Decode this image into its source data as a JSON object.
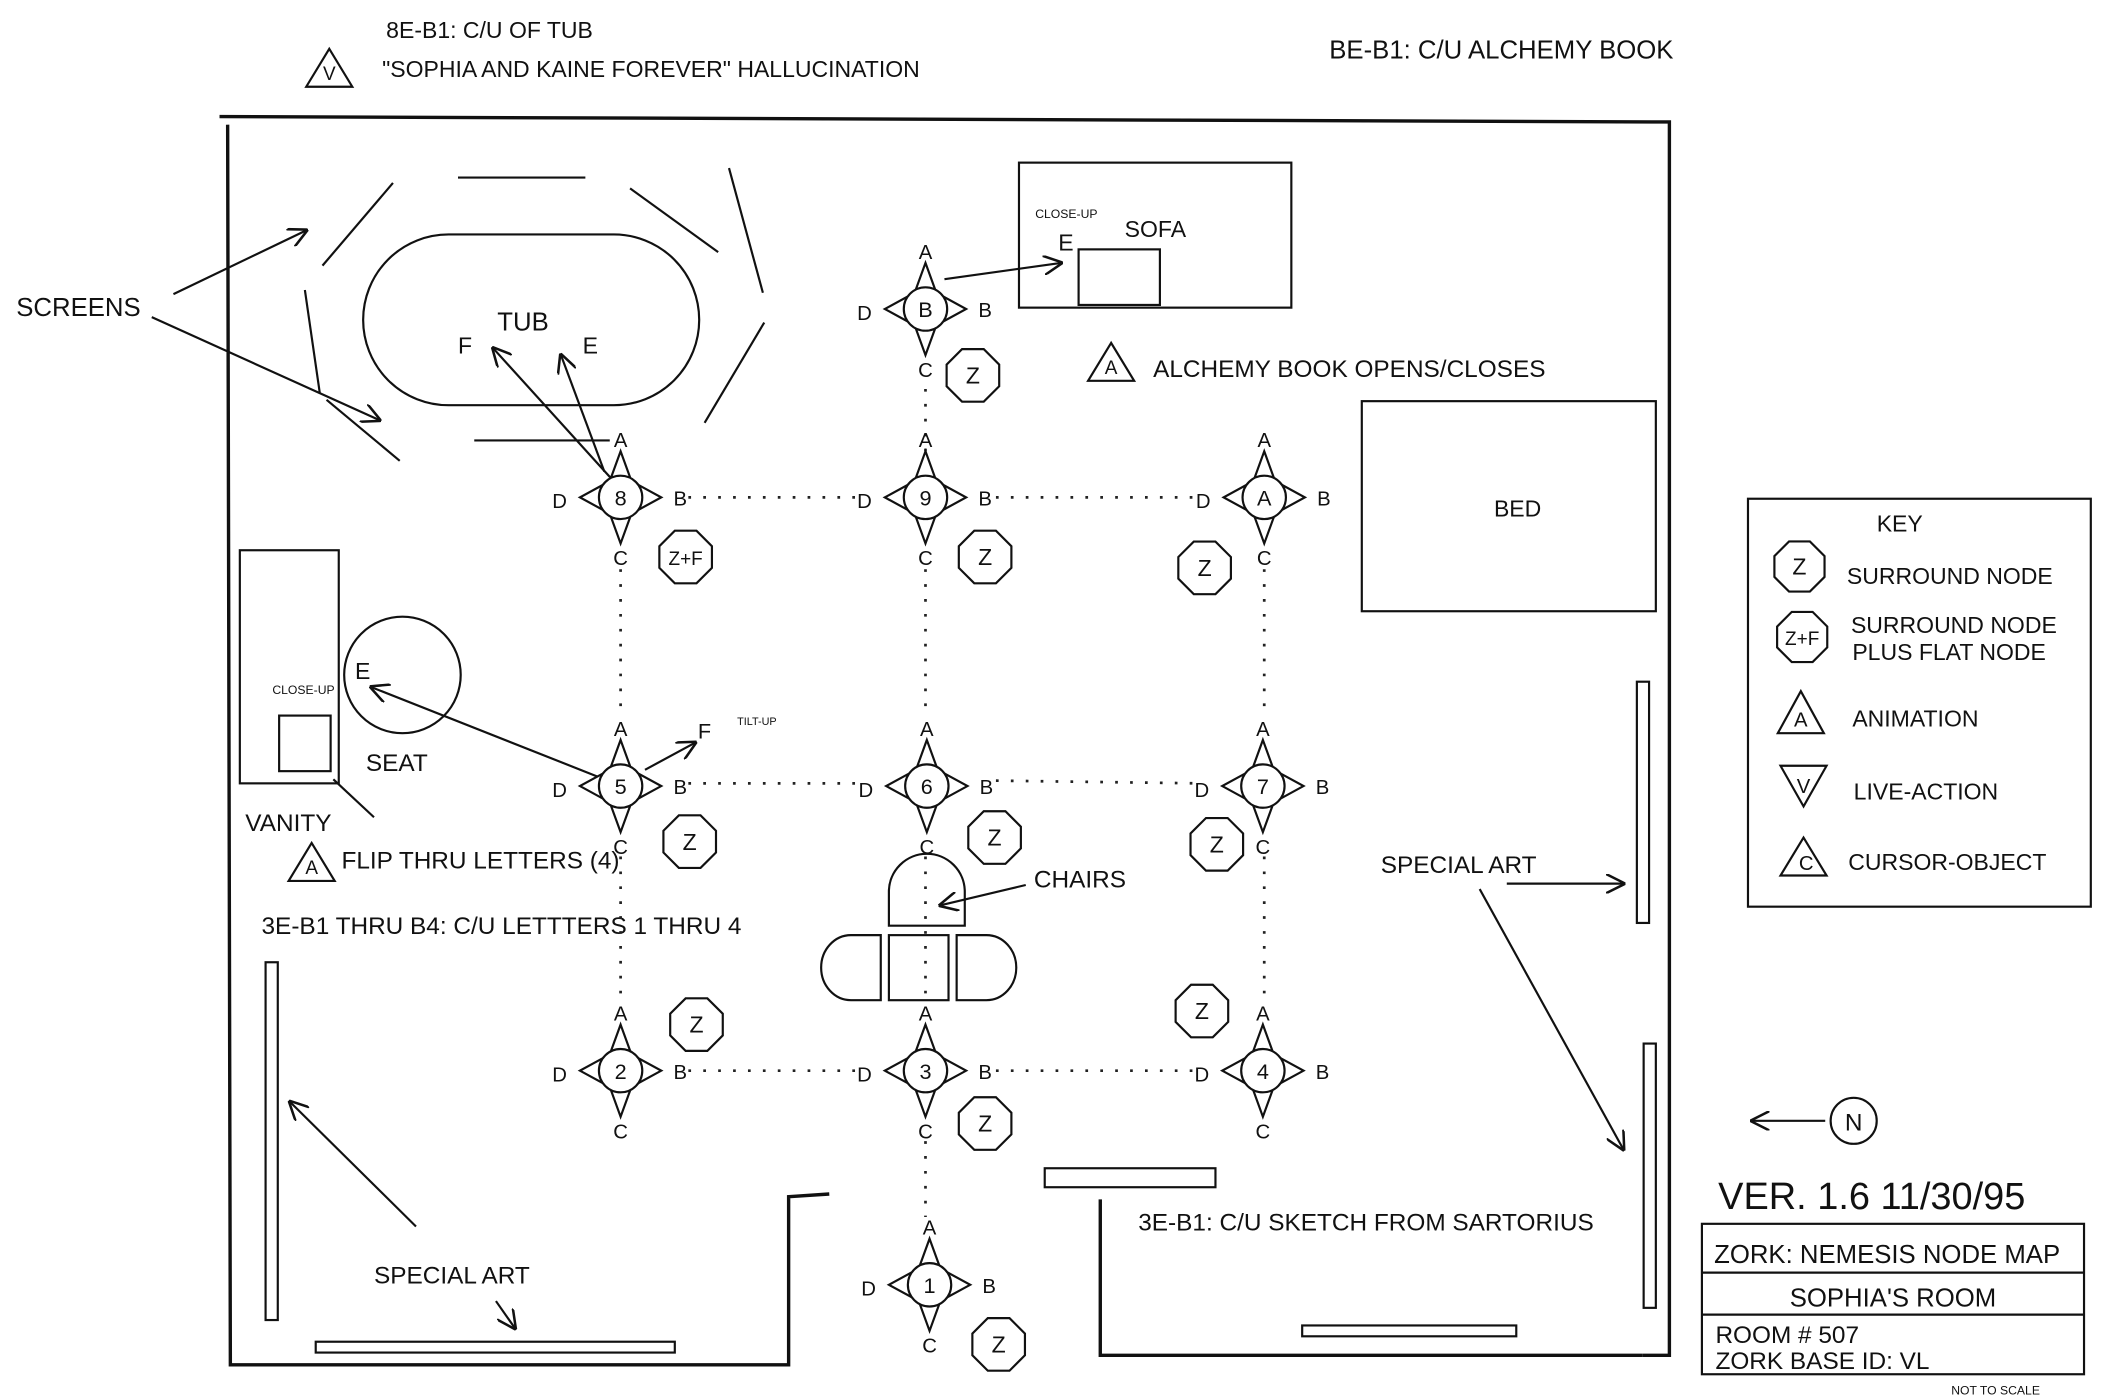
{
  "titles": {
    "tub_cu": "8E-B1: C/U OF TUB",
    "hallucination": "\"SOPHIA AND KAINE FOREVER\" HALLUCINATION",
    "alchemy_cu": "BE-B1: C/U ALCHEMY BOOK"
  },
  "labels": {
    "screens": "SCREENS",
    "tub": "TUB",
    "tub_f": "F",
    "tub_e": "E",
    "closeup": "CLOSE-UP",
    "sofa": "SOFA",
    "sofa_e": "E",
    "alchemy_anim": "ALCHEMY BOOK OPENS/CLOSES",
    "bed": "BED",
    "seat": "SEAT",
    "seat_e": "E",
    "vanity": "VANITY",
    "vanity_closeup": "CLOSE-UP",
    "tiltup": "TILT-UP",
    "tilt_f": "F",
    "flip_letters": "FLIP THRU LETTERS (4)",
    "letters_cu": "3E-B1 THRU B4: C/U LETTTERS 1 THRU 4",
    "chairs": "CHAIRS",
    "special_art_right": "SPECIAL ART",
    "special_art_left": "SPECIAL ART",
    "sketch_cu": "3E-B1: C/U SKETCH FROM SARTORIUS"
  },
  "nodes": [
    {
      "id": "B",
      "surround": "Z"
    },
    {
      "id": "8",
      "surround": "Z+F"
    },
    {
      "id": "9",
      "surround": "Z"
    },
    {
      "id": "A",
      "surround": "Z"
    },
    {
      "id": "5",
      "surround": "Z"
    },
    {
      "id": "6",
      "surround": "Z"
    },
    {
      "id": "7",
      "surround": "Z"
    },
    {
      "id": "2",
      "surround": "Z"
    },
    {
      "id": "3",
      "surround": "Z"
    },
    {
      "id": "4",
      "surround": "Z"
    },
    {
      "id": "1",
      "surround": "Z"
    }
  ],
  "directions": {
    "a": "A",
    "b": "B",
    "c": "C",
    "d": "D"
  },
  "markers": {
    "animation": "A",
    "live_action": "V",
    "cursor": "C"
  },
  "key": {
    "title": "KEY",
    "surround_symbol": "Z",
    "surround": "SURROUND NODE",
    "surround_flat_symbol": "Z+F",
    "surround_flat_1": "SURROUND NODE",
    "surround_flat_2": "PLUS FLAT NODE",
    "animation_symbol": "A",
    "animation": "ANIMATION",
    "live_symbol": "V",
    "live": "LIVE-ACTION",
    "cursor_symbol": "C",
    "cursor": "CURSOR-OBJECT"
  },
  "north": "N",
  "version": "VER. 1.6  11/30/95",
  "titleblock": {
    "game": "ZORK: NEMESIS NODE MAP",
    "room": "SOPHIA'S ROOM",
    "room_no": "ROOM # 507",
    "base_id": "ZORK BASE ID: VL"
  },
  "not_to_scale": "NOT TO SCALE"
}
